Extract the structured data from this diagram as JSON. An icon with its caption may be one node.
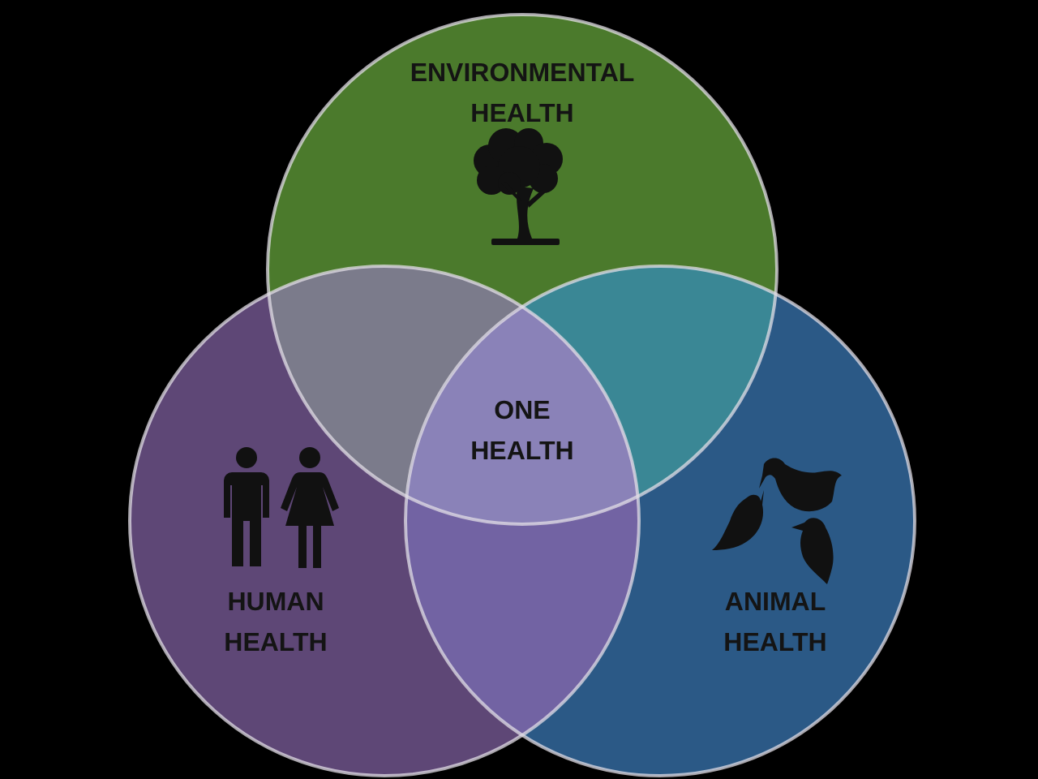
{
  "diagram": {
    "nodes": [
      {
        "text": [
          "ENVIRONMENTAL HEALTH"
        ]
      },
      {
        "text": [
          "HUMAN HEALTH"
        ]
      },
      {
        "text": [
          "ANIMAL HEALTH"
        ]
      },
      {
        "text": [
          "ONE HEALTH"
        ]
      }
    ]
  }
}
